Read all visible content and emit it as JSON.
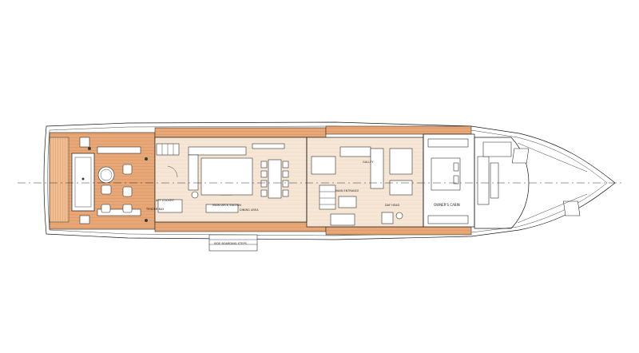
{
  "plan": {
    "colors": {
      "teak_deck": "#E8A776",
      "teak_line": "#C9804D",
      "hull_line": "#1A1A1A",
      "background": "#FFFFFF",
      "centerline": "#333333"
    },
    "labels": {
      "saloon": "MAIN DECK SALOON",
      "dining": "DINING AREA",
      "main_entrance": "MAIN ENTRANCE",
      "galley": "GALLEY",
      "day_head": "DAY HEAD",
      "master": "OWNER'S CABIN",
      "tender_bay": "TENDER BAY",
      "aft_deck": "AFT COCKPIT",
      "passerelle": "SIDE BOARDING STEPS"
    }
  }
}
